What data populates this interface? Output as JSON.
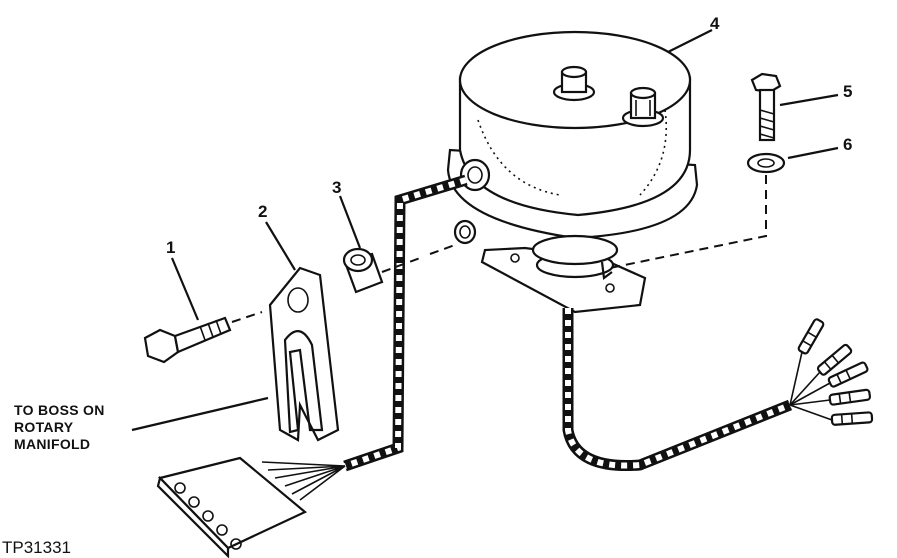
{
  "callouts": {
    "c1": "1",
    "c2": "2",
    "c3": "3",
    "c4": "4",
    "c5": "5",
    "c6": "6"
  },
  "note": "TO BOSS ON\nROTARY\nMANIFOLD",
  "figure_code": "TP31331",
  "colors": {
    "ink": "#111111",
    "paper": "#ffffff"
  }
}
